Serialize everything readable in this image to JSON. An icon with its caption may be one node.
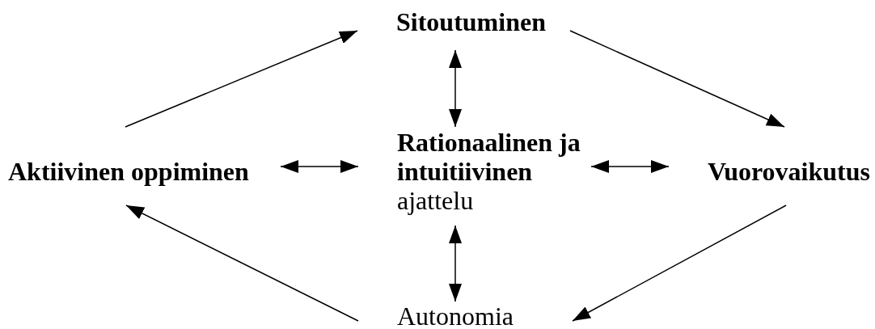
{
  "diagram": {
    "nodes": [
      {
        "text": [
          "Sitoutuminen"
        ]
      },
      {
        "text": [
          "Aktiivinen oppiminen"
        ]
      },
      {
        "text": [
          "**Rationaalinen ja intuitiivinen** ajattelu"
        ]
      },
      {
        "text": [
          "Vuorovaikutus"
        ]
      },
      {
        "text": [
          "Autonomia"
        ]
      }
    ],
    "edges": [
      {
        "from": 1,
        "to": 0,
        "arrow": "to"
      },
      {
        "from": 0,
        "to": 3,
        "arrow": "to"
      },
      {
        "from": 3,
        "to": 4,
        "arrow": "to"
      },
      {
        "from": 4,
        "to": 1,
        "arrow": "to"
      },
      {
        "from": 0,
        "to": 2,
        "arrow": "both"
      },
      {
        "from": 1,
        "to": 2,
        "arrow": "both"
      },
      {
        "from": 2,
        "to": 3,
        "arrow": "both"
      },
      {
        "from": 2,
        "to": 4,
        "arrow": "both"
      }
    ]
  }
}
